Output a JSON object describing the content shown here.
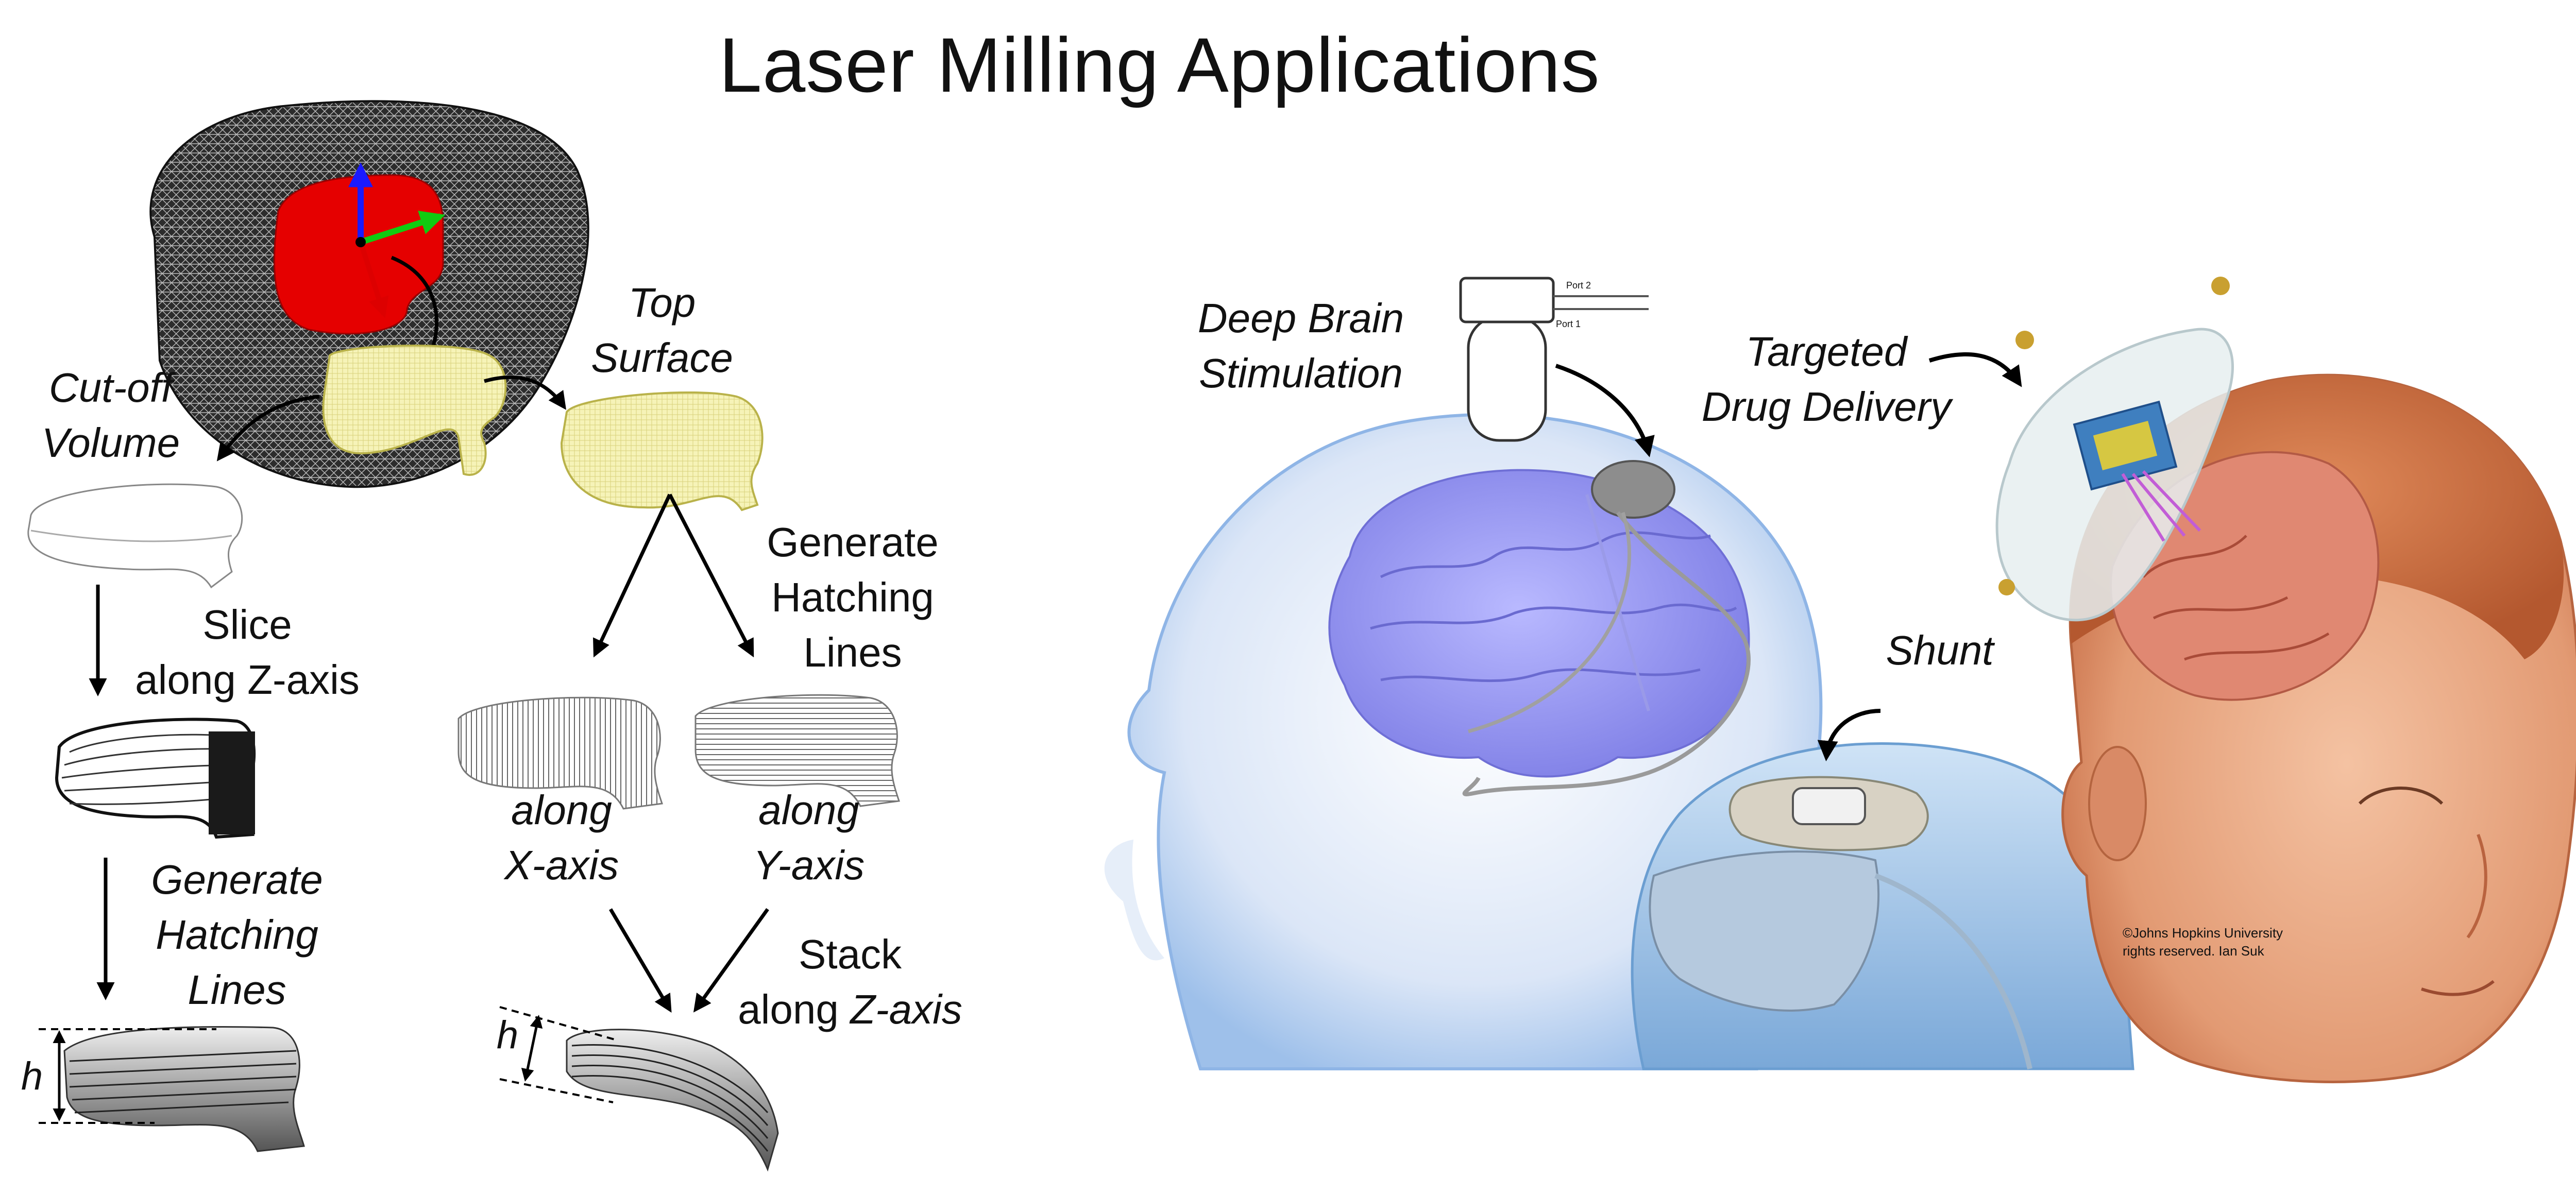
{
  "title": "Laser Milling Applications",
  "left_pipeline": {
    "labels": {
      "top_surface": [
        "Top",
        "Surface"
      ],
      "cutoff_volume": [
        "Cut-off",
        "Volume"
      ],
      "slice": [
        "Slice",
        "along Z-axis"
      ],
      "generate_hatching_left": [
        "Generate",
        "Hatching",
        "Lines"
      ],
      "generate_hatching_mid": [
        "Generate",
        "Hatching",
        "Lines"
      ],
      "along_x": [
        "along",
        "X-axis"
      ],
      "along_y": [
        "along",
        "Y-axis"
      ],
      "stack": [
        "Stack",
        "along ",
        "Z-axis"
      ],
      "h_left": "h",
      "h_right": "h"
    }
  },
  "applications": {
    "deep_brain": [
      "Deep Brain",
      "Stimulation"
    ],
    "drug_delivery": [
      "Targeted",
      "Drug Delivery"
    ],
    "shunt": "Shunt",
    "copyright": [
      "©Johns Hopkins University",
      "rights reserved. Ian Suk"
    ],
    "port_labels": [
      "Port 2",
      "Port 1"
    ]
  },
  "colors": {
    "mesh": "#222222",
    "cutout": "#e50000",
    "surface": "#f3f0a8",
    "z_axis": "#1a1aff",
    "y_axis": "#11cc11",
    "brain": "#8f8ff0",
    "skin": "#e7a07a"
  }
}
